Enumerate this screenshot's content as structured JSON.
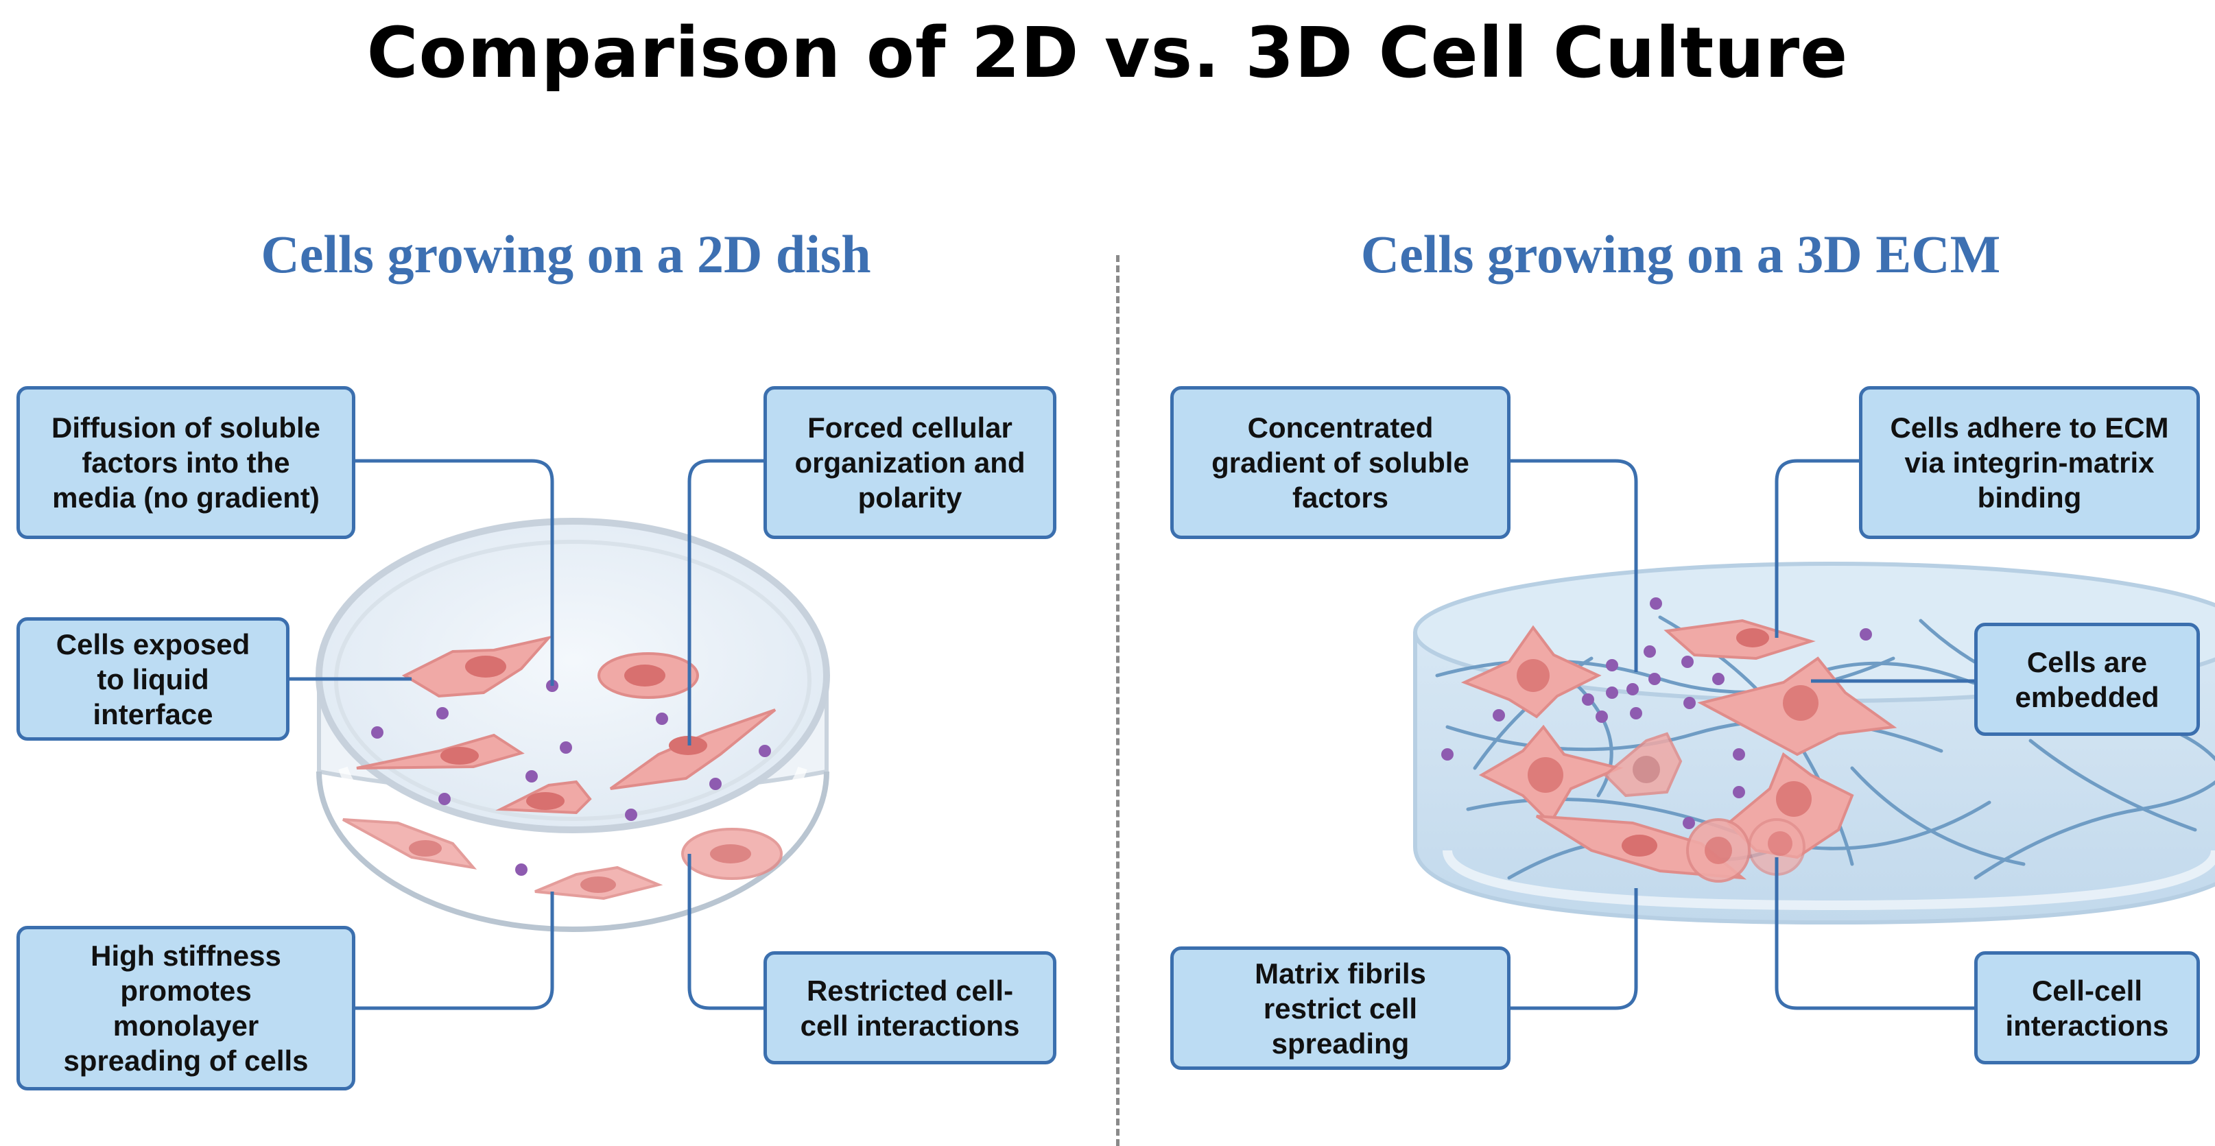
{
  "title": "Comparison of 2D vs. 3D Cell Culture",
  "left_panel": {
    "heading": "Cells growing on a 2D dish",
    "callouts": {
      "diffusion": "Diffusion of soluble\nfactors into the\nmedia (no gradient)",
      "forced_organization": "Forced cellular\norganization and\npolarity",
      "liquid_interface": "Cells exposed\nto liquid\ninterface",
      "high_stiffness": "High stiffness\npromotes\nmonolayer\nspreading of cells",
      "restricted_interactions": "Restricted cell-\ncell interactions"
    }
  },
  "right_panel": {
    "heading": "Cells growing on a 3D ECM",
    "callouts": {
      "concentrated_gradient": "Concentrated\ngradient of soluble\nfactors",
      "integrin_binding": "Cells adhere to ECM\nvia integrin-matrix\nbinding",
      "embedded": "Cells are\nembedded",
      "matrix_fibrils": "Matrix fibrils\nrestrict cell\nspreading",
      "cell_cell": "Cell-cell\ninteractions"
    }
  },
  "colors": {
    "heading_blue": "#3d70b2",
    "callout_fill": "#bcdcf3",
    "callout_border": "#3b6fae",
    "connector": "#3b6fae",
    "cell_fill": "#f0a9a6",
    "nucleus": "#d8706f",
    "soluble_factor": "#8e5bb0",
    "fibril": "#6f9cc4"
  }
}
